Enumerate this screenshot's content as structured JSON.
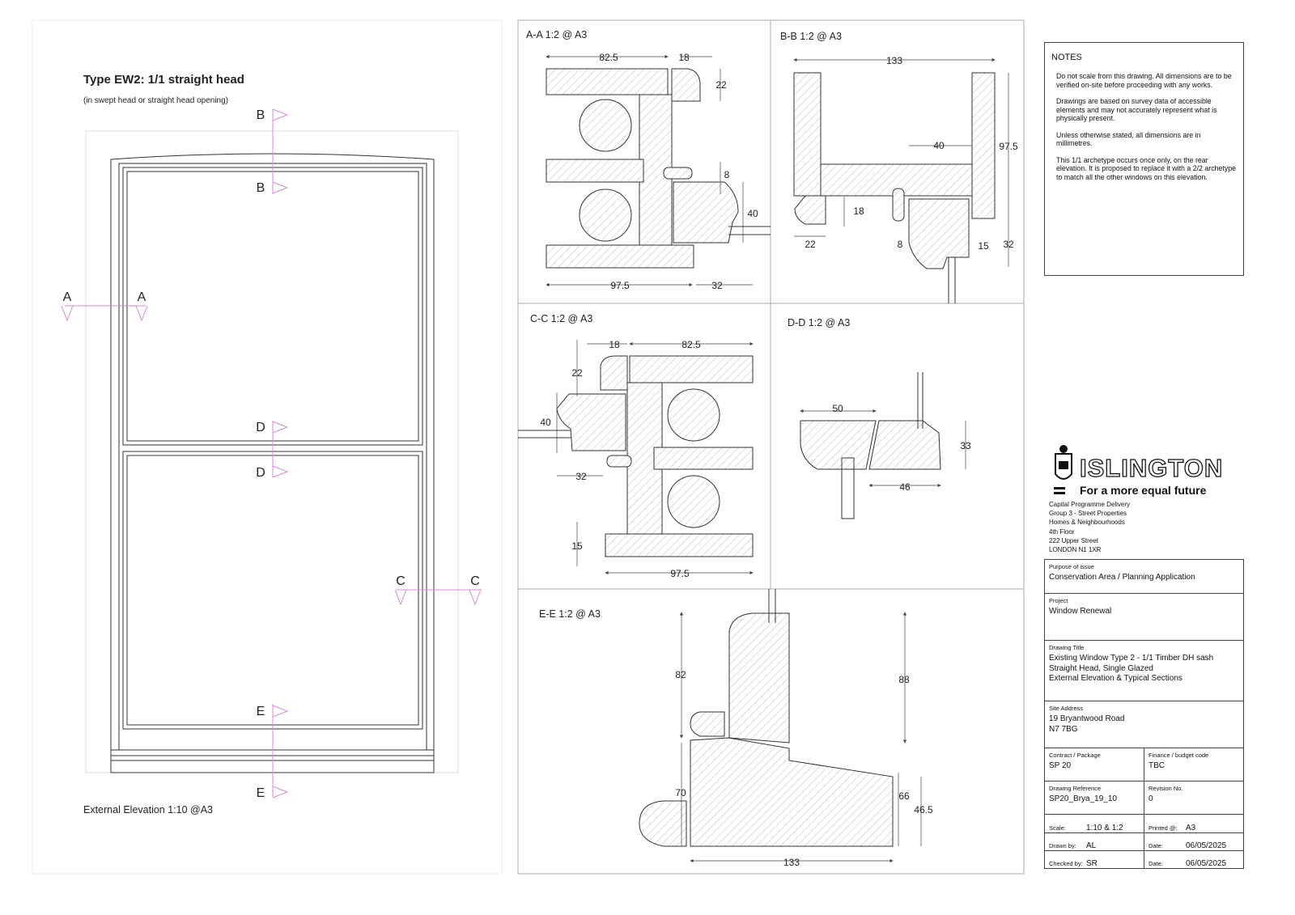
{
  "elevation": {
    "title": "Type EW2: 1/1 straight head",
    "subtitle": "(in swept head or straight head opening)",
    "caption": "External Elevation  1:10 @A3",
    "markers": [
      "B",
      "B",
      "A",
      "A",
      "D",
      "D",
      "C",
      "C",
      "E",
      "E"
    ]
  },
  "sections": {
    "aa": {
      "title": "A-A  1:2 @ A3",
      "dims": [
        "82.5",
        "18",
        "22",
        "8",
        "40",
        "97.5",
        "32"
      ]
    },
    "bb": {
      "title": "B-B  1:2 @ A3",
      "dims": [
        "133",
        "40",
        "97.5",
        "18",
        "22",
        "8",
        "15",
        "32"
      ]
    },
    "cc": {
      "title": "C-C  1:2 @ A3",
      "dims": [
        "18",
        "82.5",
        "22",
        "40",
        "32",
        "15",
        "97.5"
      ]
    },
    "dd": {
      "title": "D-D  1:2 @ A3",
      "dims": [
        "50",
        "33",
        "46"
      ]
    },
    "ee": {
      "title": "E-E  1:2 @ A3",
      "dims": [
        "82",
        "88",
        "70",
        "66",
        "46.5",
        "133"
      ]
    }
  },
  "notes": {
    "heading": "NOTES",
    "items": [
      "Do not scale from this drawing. All dimensions are to be verified on-site before proceeding with any works.",
      "Drawings are based on survey data of accessible elements and may not accurately represent what is physically present.",
      "Unless otherwise stated, all dimensions are in millimetres.",
      "This 1/1 archetype occurs once only, on the rear elevation. It is proposed to replace it with a 2/2 archetype to match all the other windows on this elevation."
    ]
  },
  "logo": {
    "name": "ISLINGTON",
    "tagline": "For a more equal future"
  },
  "address": [
    "Capital Programme Delivery",
    "Group 3 - Street Properties",
    "Homes & Neighbourhoods",
    "4th Floor",
    "222 Upper Street",
    "LONDON N1 1XR"
  ],
  "title_block": {
    "purpose_label": "Purpose of issue",
    "purpose": "Conservation Area / Planning Application",
    "project_label": "Project",
    "project": "Window Renewal",
    "drawing_title_label": "Drawing Title",
    "drawing_title": [
      "Existing Window Type 2 - 1/1 Timber DH sash",
      "Straight Head, Single Glazed",
      "External Elevation & Typical Sections"
    ],
    "site_label": "Site Address",
    "site": [
      "19 Bryantwood Road",
      "N7 7BG"
    ],
    "contract_label": "Contract / Package",
    "contract": "SP 20",
    "finance_label": "Finance / budget code",
    "finance": "TBC",
    "ref_label": "Drawing Reference",
    "ref": "SP20_Brya_19_10",
    "revision_label": "Revision No.",
    "revision": "0",
    "scale_label": "Scale:",
    "scale": "1:10 & 1:2",
    "printed_label": "Printed @:",
    "printed": "A3",
    "drawn_label": "Drawn by:",
    "drawn": "AL",
    "date1_label": "Date:",
    "date1": "06/05/2025",
    "checked_label": "Checked by:",
    "checked": "SR",
    "date2_label": "Date:",
    "date2": "06/05/2025"
  }
}
